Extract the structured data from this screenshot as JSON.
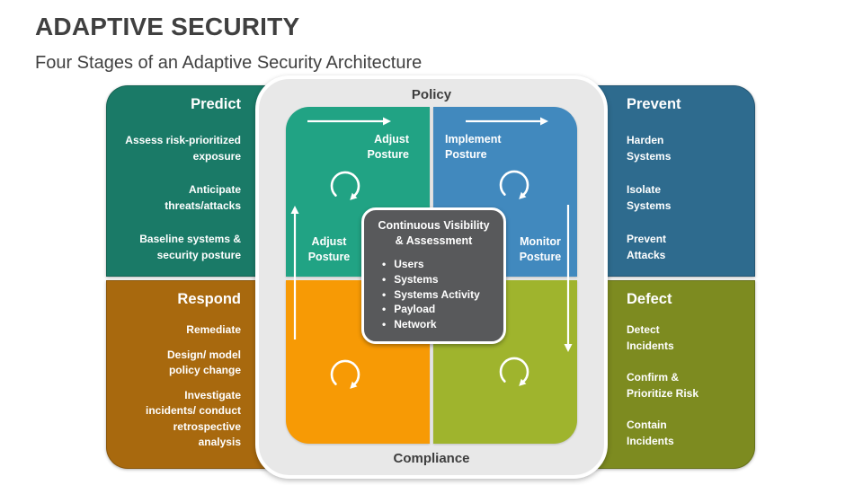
{
  "header": {
    "title": "ADAPTIVE SECURITY",
    "subtitle": "Four Stages of an Adaptive Security Architecture"
  },
  "panels": {
    "predict": {
      "heading": "Predict",
      "items": [
        [
          "Assess risk-prioritized",
          "exposure"
        ],
        [
          "Anticipate",
          "threats/attacks"
        ],
        [
          "Baseline systems &",
          "security posture"
        ]
      ]
    },
    "prevent": {
      "heading": "Prevent",
      "items": [
        [
          "Harden",
          "Systems"
        ],
        [
          "Isolate",
          "Systems"
        ],
        [
          "Prevent",
          "Attacks"
        ]
      ]
    },
    "respond": {
      "heading": "Respond",
      "items": [
        [
          "Remediate"
        ],
        [
          "Design/ model",
          "policy change"
        ],
        [
          "Investigate",
          "incidents/ conduct",
          "retrospective",
          "analysis"
        ]
      ]
    },
    "defect": {
      "heading": "Defect",
      "items": [
        [
          "Detect",
          "Incidents"
        ],
        [
          "Confirm &",
          "Prioritize Risk"
        ],
        [
          "Contain",
          "Incidents"
        ]
      ]
    }
  },
  "cycle": {
    "policy_label": "Policy",
    "compliance_label": "Compliance",
    "quadrant_labels": {
      "top_left": [
        "Adjust",
        "Posture"
      ],
      "top_right": [
        "Implement",
        "Posture"
      ],
      "mid_left": [
        "Adjust",
        "Posture"
      ],
      "mid_right": [
        "Monitor",
        "Posture"
      ]
    }
  },
  "center_box": {
    "title_lines": [
      "Continuous Visibility",
      "& Assessment"
    ],
    "bullets": [
      "Users",
      "Systems",
      "Systems Activity",
      "Payload",
      "Network"
    ]
  },
  "colors": {
    "panel_predict": "#1A7A67",
    "panel_prevent": "#2E6B8E",
    "panel_respond": "#A8690E",
    "panel_defect": "#7D8B20",
    "quad_teal": "#21A384",
    "quad_blue": "#4189BE",
    "quad_orange": "#F79A05",
    "quad_green": "#9FB42D",
    "tray_gray": "#E8E8E8",
    "center_box_gray": "#58595B",
    "heading_text": "#404040",
    "white": "#FFFFFF"
  }
}
